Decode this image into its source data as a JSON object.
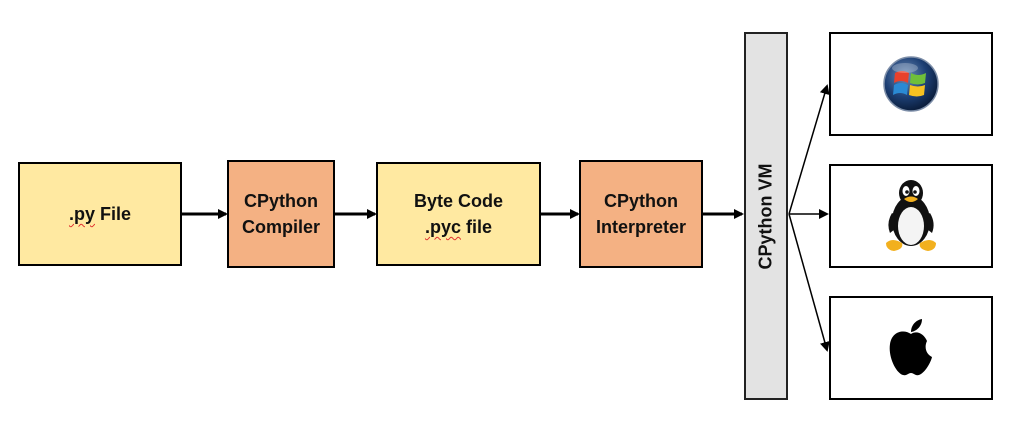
{
  "boxes": {
    "py_file": {
      "prefix": ".py",
      "suffix": " File",
      "color": "#FFE9A1"
    },
    "compiler": {
      "line1": "CPython",
      "line2": "Compiler",
      "color": "#F4B183"
    },
    "bytecode": {
      "line1": "Byte Code",
      "line2_prefix": ".pyc",
      "line2_suffix": " file",
      "color": "#FFE9A1"
    },
    "interpreter": {
      "line1": "CPython",
      "line2": "Interpreter",
      "color": "#F4B183"
    }
  },
  "vm": {
    "label": "CPython VM",
    "color": "#E3E3E3"
  },
  "platforms": [
    {
      "icon": "windows-logo-icon"
    },
    {
      "icon": "linux-tux-icon"
    },
    {
      "icon": "apple-logo-icon"
    }
  ]
}
